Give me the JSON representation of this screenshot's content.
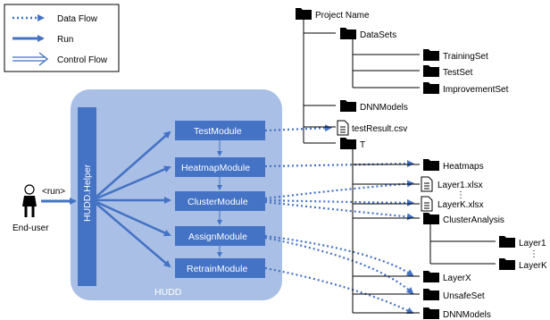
{
  "legend": {
    "data_flow": "Data Flow",
    "run": "Run",
    "control_flow": "Control Flow"
  },
  "actor": {
    "run_label": "<run>",
    "name": "End-user"
  },
  "hudd": {
    "label": "HUDD",
    "helper": "HUDD.Helper",
    "modules": {
      "test": "TestModule",
      "heatmap": "HeatmapModule",
      "cluster": "ClusterModule",
      "assign": "AssignModule",
      "retrain": "RetrainModule"
    }
  },
  "tree": {
    "project": "Project Name",
    "datasets": "DataSets",
    "trainingset": "TrainingSet",
    "testset": "TestSet",
    "improvementset": "ImprovementSet",
    "dnnmodels": "DNNModels",
    "testresult": "testResult.csv",
    "t": "T",
    "heatmaps": "Heatmaps",
    "layer1xlsx": "Layer1.xlsx",
    "layerkxlsx": "LayerK.xlsx",
    "clusteranalysis": "ClusterAnalysis",
    "layer1": "Layer1",
    "layerk": "LayerK",
    "layerx": "LayerX",
    "unsafeset": "UnsafeSet",
    "dnnmodels2": "DNNModels",
    "ellipsis": "⋮"
  },
  "colors": {
    "module_fill": "#4472c4",
    "hudd_fill": "#a9bfe5",
    "arrow": "#4472c4",
    "line": "#000000"
  }
}
